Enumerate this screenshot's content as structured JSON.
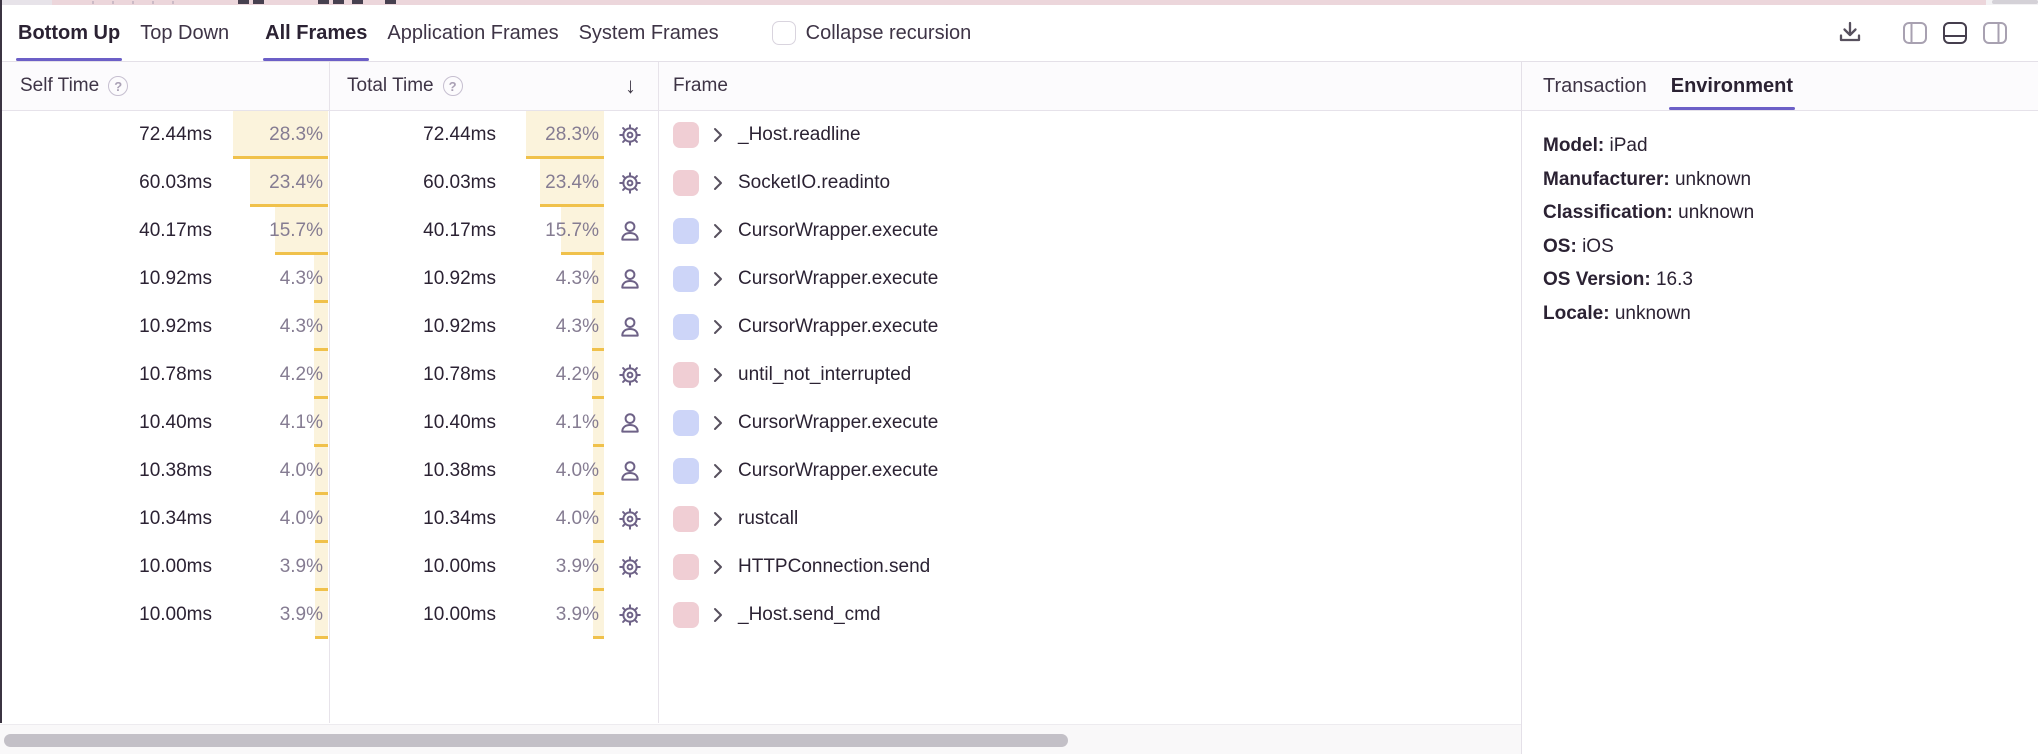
{
  "colors": {
    "accent": "#6c5fc7",
    "system_frame": "#f0ced4",
    "app_frame": "#cdd5f8",
    "bar_fill": "#fbf3dc",
    "bar_edge": "#f0c14b"
  },
  "toolbar": {
    "view_tabs": [
      {
        "label": "Bottom Up",
        "active": true
      },
      {
        "label": "Top Down",
        "active": false
      }
    ],
    "frame_tabs": [
      {
        "label": "All Frames",
        "active": true
      },
      {
        "label": "Application Frames",
        "active": false
      },
      {
        "label": "System Frames",
        "active": false
      }
    ],
    "collapse_recursion": {
      "label": "Collapse recursion",
      "checked": false
    },
    "icons": [
      "Download",
      "Dock to left",
      "Dock to bottom",
      "Dock to right"
    ]
  },
  "table": {
    "header": {
      "self": "Self Time",
      "total": "Total Time",
      "frame": "Frame",
      "help_glyph": "?",
      "sort_glyph": "↓"
    },
    "rows": [
      {
        "type": "system",
        "type_icon": "gear-icon",
        "self_time": "72.44ms",
        "self_pct": "28.3%",
        "self_pct_value": 28.3,
        "total_time": "72.44ms",
        "total_pct": "28.3%",
        "total_pct_value": 28.3,
        "name": "_Host.readline"
      },
      {
        "type": "system",
        "type_icon": "gear-icon",
        "self_time": "60.03ms",
        "self_pct": "23.4%",
        "self_pct_value": 23.4,
        "total_time": "60.03ms",
        "total_pct": "23.4%",
        "total_pct_value": 23.4,
        "name": "SocketIO.readinto"
      },
      {
        "type": "app",
        "type_icon": "user-icon",
        "self_time": "40.17ms",
        "self_pct": "15.7%",
        "self_pct_value": 15.7,
        "total_time": "40.17ms",
        "total_pct": "15.7%",
        "total_pct_value": 15.7,
        "name": "CursorWrapper.execute"
      },
      {
        "type": "app",
        "type_icon": "user-icon",
        "self_time": "10.92ms",
        "self_pct": "4.3%",
        "self_pct_value": 4.3,
        "total_time": "10.92ms",
        "total_pct": "4.3%",
        "total_pct_value": 4.3,
        "name": "CursorWrapper.execute"
      },
      {
        "type": "app",
        "type_icon": "user-icon",
        "self_time": "10.92ms",
        "self_pct": "4.3%",
        "self_pct_value": 4.3,
        "total_time": "10.92ms",
        "total_pct": "4.3%",
        "total_pct_value": 4.3,
        "name": "CursorWrapper.execute"
      },
      {
        "type": "system",
        "type_icon": "gear-icon",
        "self_time": "10.78ms",
        "self_pct": "4.2%",
        "self_pct_value": 4.2,
        "total_time": "10.78ms",
        "total_pct": "4.2%",
        "total_pct_value": 4.2,
        "name": "until_not_interrupted"
      },
      {
        "type": "app",
        "type_icon": "user-icon",
        "self_time": "10.40ms",
        "self_pct": "4.1%",
        "self_pct_value": 4.1,
        "total_time": "10.40ms",
        "total_pct": "4.1%",
        "total_pct_value": 4.1,
        "name": "CursorWrapper.execute"
      },
      {
        "type": "app",
        "type_icon": "user-icon",
        "self_time": "10.38ms",
        "self_pct": "4.0%",
        "self_pct_value": 4.0,
        "total_time": "10.38ms",
        "total_pct": "4.0%",
        "total_pct_value": 4.0,
        "name": "CursorWrapper.execute"
      },
      {
        "type": "system",
        "type_icon": "gear-icon",
        "self_time": "10.34ms",
        "self_pct": "4.0%",
        "self_pct_value": 4.0,
        "total_time": "10.34ms",
        "total_pct": "4.0%",
        "total_pct_value": 4.0,
        "name": "rustcall"
      },
      {
        "type": "system",
        "type_icon": "gear-icon",
        "self_time": "10.00ms",
        "self_pct": "3.9%",
        "self_pct_value": 3.9,
        "total_time": "10.00ms",
        "total_pct": "3.9%",
        "total_pct_value": 3.9,
        "name": "HTTPConnection.send"
      },
      {
        "type": "system",
        "type_icon": "gear-icon",
        "self_time": "10.00ms",
        "self_pct": "3.9%",
        "self_pct_value": 3.9,
        "total_time": "10.00ms",
        "total_pct": "3.9%",
        "total_pct_value": 3.9,
        "name": "_Host.send_cmd"
      }
    ]
  },
  "panel": {
    "tabs": [
      {
        "label": "Transaction",
        "active": false
      },
      {
        "label": "Environment",
        "active": true
      }
    ],
    "details": [
      {
        "label": "Model:",
        "value": "iPad"
      },
      {
        "label": "Manufacturer:",
        "value": "unknown"
      },
      {
        "label": "Classification:",
        "value": "unknown"
      },
      {
        "label": "OS:",
        "value": "iOS"
      },
      {
        "label": "OS Version:",
        "value": "16.3"
      },
      {
        "label": "Locale:",
        "value": "unknown"
      }
    ]
  }
}
